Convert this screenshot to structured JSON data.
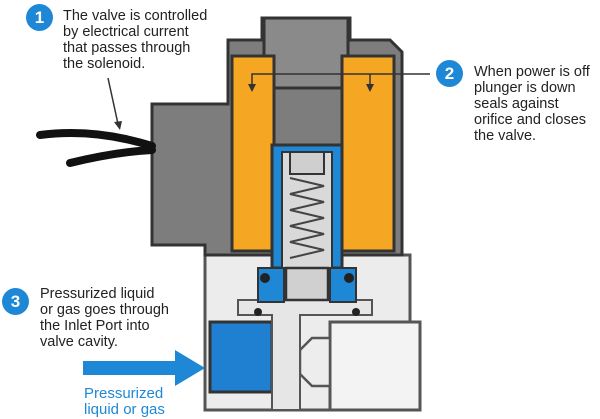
{
  "callouts": [
    {
      "number": "1",
      "lines": [
        "The valve is controlled",
        "by electrical current",
        "that passes through",
        "the solenoid."
      ]
    },
    {
      "number": "2",
      "lines": [
        "When power is off",
        "plunger is down",
        "seals against",
        "orifice and closes",
        "the valve."
      ]
    },
    {
      "number": "3",
      "lines": [
        "Pressurized liquid",
        "or gas goes through",
        "the Inlet Port  into",
        "valve cavity."
      ]
    }
  ],
  "flow_label": {
    "lines": [
      "Pressurized",
      "liquid or gas"
    ]
  },
  "colors": {
    "badge": "#1e88d6",
    "coil": "#f5a623",
    "housing": "#777777",
    "plunger_tube": "#1e88d6",
    "body": "#ececec",
    "flow_arrow": "#1e88d6"
  }
}
